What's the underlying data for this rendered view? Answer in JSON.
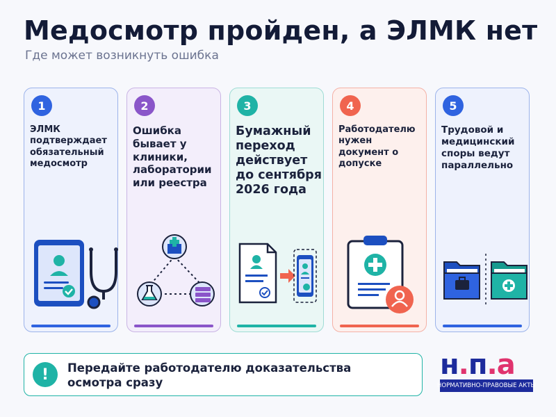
{
  "header": {
    "title": "Медосмотр пройден, а ЭЛМК нет",
    "subtitle": "Где может возникнуть ошибка"
  },
  "cards": [
    {
      "number": "1",
      "text": "ЭЛМК подтверждает обязательный медосмотр",
      "accent": "#2f63e0",
      "border": "#9cb3ea",
      "bg": "#eef2fd",
      "icon": "tablet-medical-card-stethoscope-icon"
    },
    {
      "number": "2",
      "text": "Ошибка бывает у клиники, лаборатории или реестра",
      "accent": "#8a55c9",
      "border": "#c9b4e4",
      "bg": "#f3eefb",
      "icon": "clinic-lab-registry-network-icon"
    },
    {
      "number": "3",
      "text": "Бумажный переход действует до сентября 2026 года",
      "accent": "#1fb3a6",
      "border": "#9fdcd5",
      "bg": "#eaf7f5",
      "icon": "paper-to-digital-document-icon"
    },
    {
      "number": "4",
      "text": "Работодателю нужен документ о допуске",
      "accent": "#f0644f",
      "border": "#f4b1a6",
      "bg": "#fdf0ed",
      "icon": "clipboard-admission-document-icon"
    },
    {
      "number": "5",
      "text": "Трудовой и медицинский споры ведут параллельно",
      "accent": "#2f63e0",
      "border": "#9cb3ea",
      "bg": "#eef2fd",
      "icon": "labor-medical-folders-icon"
    }
  ],
  "callout": {
    "icon": "exclamation-icon",
    "text": "Передайте работодателю доказательства осмотра сразу"
  },
  "logo": {
    "letters": [
      "н",
      ".",
      "п",
      ".",
      "а"
    ],
    "band": "НОРМАТИВНО-ПРАВОВЫЕ АКТЫ",
    "colors": {
      "blue": "#1d2b9c",
      "pink": "#e0336e"
    }
  }
}
